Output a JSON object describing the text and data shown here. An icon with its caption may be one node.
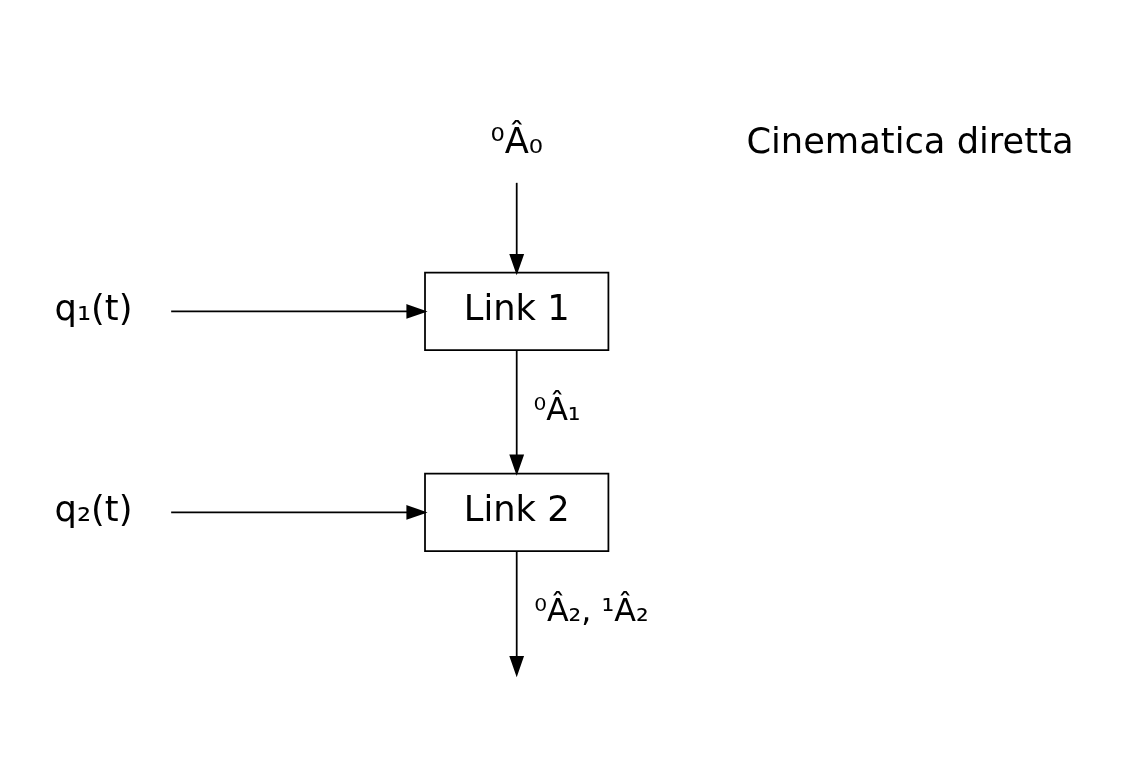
{
  "diagram": {
    "nodes": [
      {
        "text": [
          "⁰Â₀"
        ]
      },
      {
        "text": [
          "q₁(t)"
        ]
      },
      {
        "text": [
          "Link 1"
        ]
      },
      {
        "text": [
          "q₂(t)"
        ]
      },
      {
        "text": [
          "Link 2"
        ]
      }
    ],
    "edges": [
      {
        "from": 0,
        "to": 2,
        "arrow": "to"
      },
      {
        "from": 1,
        "to": 2,
        "arrow": "to"
      },
      {
        "from": 2,
        "to": 4,
        "arrow": "to",
        "label": "⁰Â₁"
      },
      {
        "from": 3,
        "to": 4,
        "arrow": "to"
      },
      {
        "from": 4,
        "to": null,
        "arrow": "to",
        "label": "⁰Â₂, ¹Â₂"
      }
    ],
    "labels": [
      "Cinematica diretta"
    ]
  }
}
